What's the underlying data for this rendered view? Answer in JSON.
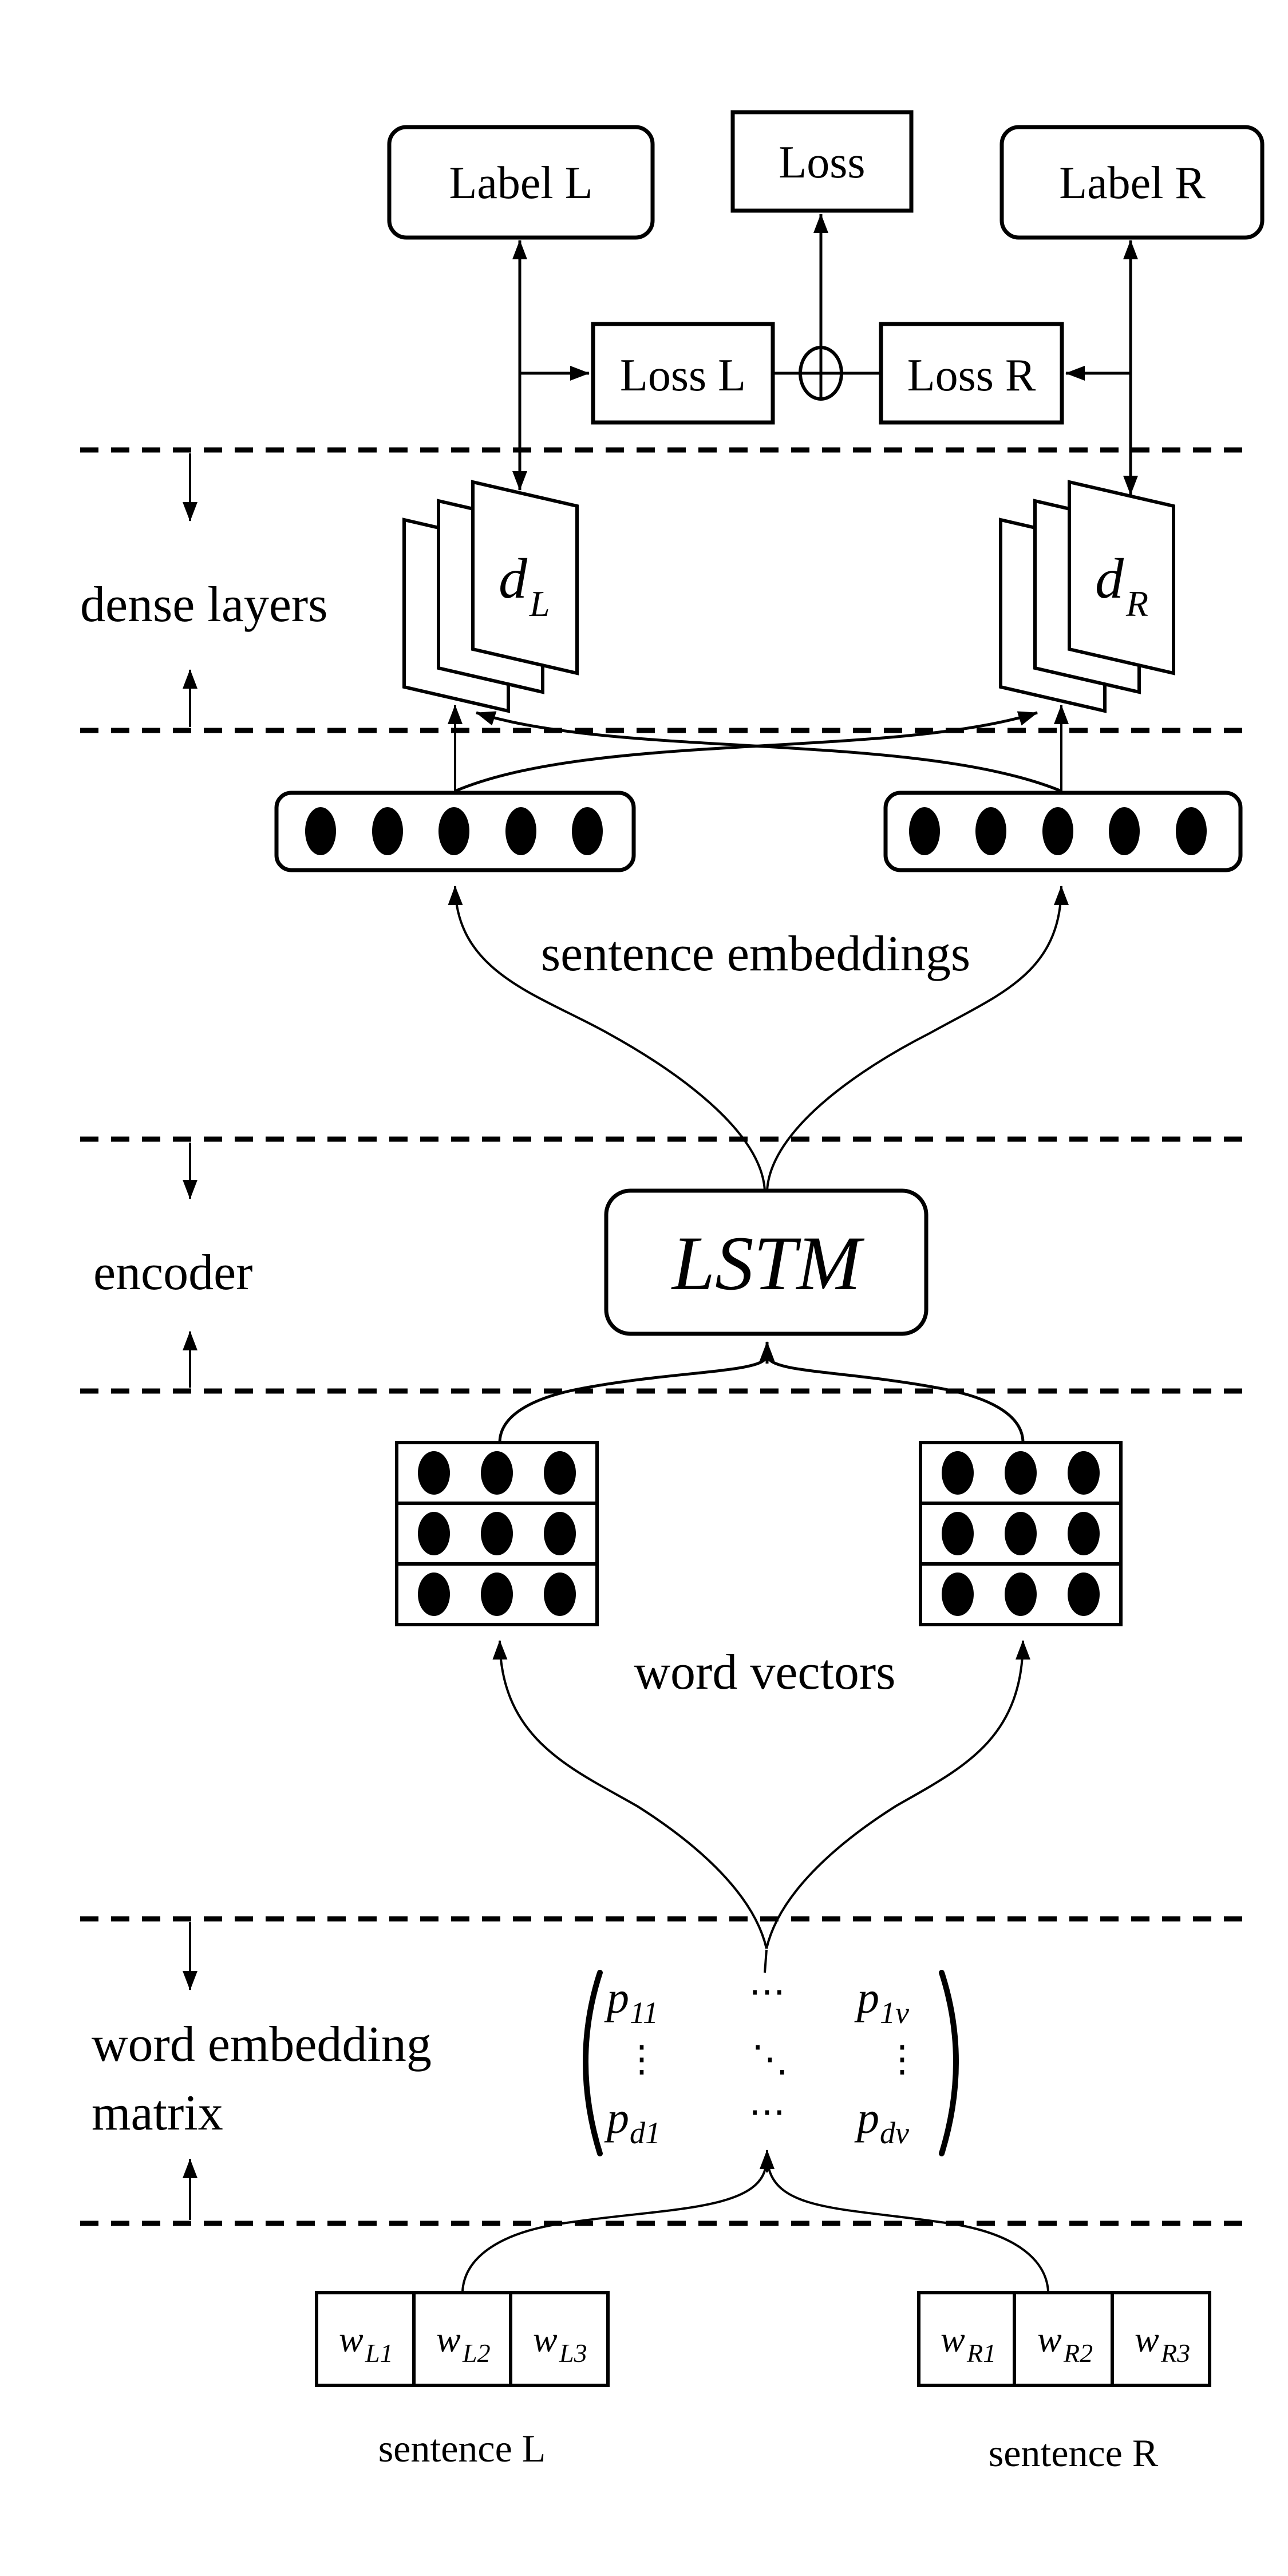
{
  "colors": {
    "ink": "#000000",
    "bg": "#ffffff"
  },
  "top": {
    "label_l": "Label L",
    "loss": "Loss",
    "label_r": "Label R",
    "loss_l": "Loss L",
    "loss_r": "Loss R"
  },
  "sections": {
    "dense": "dense layers",
    "encoder": "encoder",
    "embedding_line1": "word embedding",
    "embedding_line2": "matrix"
  },
  "dense": {
    "d_l": {
      "main": "d",
      "sub": "L"
    },
    "d_r": {
      "main": "d",
      "sub": "R"
    }
  },
  "encoder_box": {
    "lstm": "LSTM"
  },
  "captions": {
    "sentence_embeddings": "sentence embeddings",
    "word_vectors": "word vectors",
    "sentence_l": "sentence L",
    "sentence_r": "sentence R"
  },
  "matrix": {
    "p11": {
      "main": "p",
      "sub": "11"
    },
    "p1v": {
      "main": "p",
      "sub": "1v"
    },
    "pd1": {
      "main": "p",
      "sub": "d1"
    },
    "pdv": {
      "main": "p",
      "sub": "dv"
    },
    "cdots": "⋯",
    "vdots": "⋮",
    "ddots": "⋱"
  },
  "tokens": {
    "left": [
      {
        "main": "w",
        "sub": "L1"
      },
      {
        "main": "w",
        "sub": "L2"
      },
      {
        "main": "w",
        "sub": "L3"
      }
    ],
    "right": [
      {
        "main": "w",
        "sub": "R1"
      },
      {
        "main": "w",
        "sub": "R2"
      },
      {
        "main": "w",
        "sub": "R3"
      }
    ]
  }
}
